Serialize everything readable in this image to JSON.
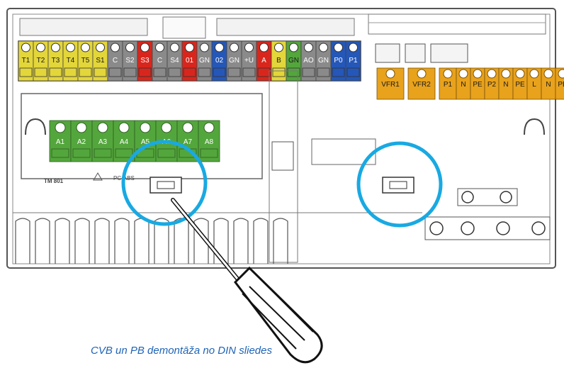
{
  "caption": "CVB un PB demontāža no DIN sliedes",
  "module_label": "TM 801",
  "material_mark": "PC-ABS",
  "colors": {
    "yellow": "#e3d63a",
    "grey": "#8a8a8a",
    "red": "#d9261c",
    "blue": "#2457b8",
    "green": "#53a63c",
    "orange": "#e8a21c",
    "highlight": "#19a9e2",
    "caption": "#1f63b5"
  },
  "top_terminals": [
    {
      "label": "T1",
      "color": "yellow"
    },
    {
      "label": "T2",
      "color": "yellow"
    },
    {
      "label": "T3",
      "color": "yellow"
    },
    {
      "label": "T4",
      "color": "yellow"
    },
    {
      "label": "T5",
      "color": "yellow"
    },
    {
      "label": "S1",
      "color": "yellow"
    },
    {
      "label": "C",
      "color": "grey"
    },
    {
      "label": "S2",
      "color": "grey"
    },
    {
      "label": "S3",
      "color": "red"
    },
    {
      "label": "C",
      "color": "grey"
    },
    {
      "label": "S4",
      "color": "grey"
    },
    {
      "label": "01",
      "color": "red"
    },
    {
      "label": "GN",
      "color": "grey"
    },
    {
      "label": "02",
      "color": "blue"
    },
    {
      "label": "GN",
      "color": "grey"
    },
    {
      "label": "+U",
      "color": "grey"
    },
    {
      "label": "A",
      "color": "red"
    },
    {
      "label": "B",
      "color": "yellow"
    },
    {
      "label": "GN",
      "color": "green"
    },
    {
      "label": "AO",
      "color": "grey"
    },
    {
      "label": "GN",
      "color": "grey"
    },
    {
      "label": "P0",
      "color": "blue"
    },
    {
      "label": "P1",
      "color": "blue"
    }
  ],
  "module_terminals": [
    "A1",
    "A2",
    "A3",
    "A4",
    "A5",
    "A6",
    "A7",
    "A8"
  ],
  "power_terminals": [
    {
      "label": "VFR1"
    },
    {
      "label": "VFR2"
    },
    {
      "label": "P1"
    },
    {
      "label": "N"
    },
    {
      "label": "PE"
    },
    {
      "label": "P2"
    },
    {
      "label": "N"
    },
    {
      "label": "PE"
    },
    {
      "label": "L"
    },
    {
      "label": "N"
    },
    {
      "label": "PE"
    }
  ]
}
